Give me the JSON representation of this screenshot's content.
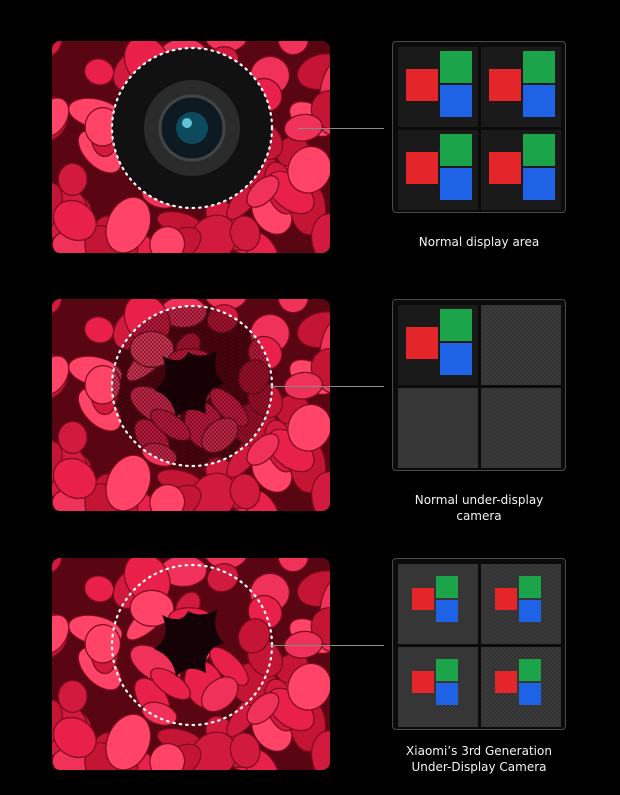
{
  "rows": [
    {
      "caption_lines": [
        "Normal display area"
      ],
      "pixel_layout": "full-pixels",
      "camera_visibility": "visible-lens"
    },
    {
      "caption_lines": [
        "Normal under-display camera"
      ],
      "pixel_layout": "reduced-pixels",
      "camera_visibility": "hidden-mesh"
    },
    {
      "caption_lines": [
        "Xiaomi’s 3rd Generation",
        "Under-Display Camera"
      ],
      "pixel_layout": "full-pixels-on-mesh",
      "camera_visibility": "hidden"
    }
  ],
  "colors": {
    "background": "#000000",
    "subpixel_red": "#e4262b",
    "subpixel_green": "#1ba44a",
    "subpixel_blue": "#1e62e6",
    "flower_red": "#e8204a",
    "connector": "#8a8a8a"
  }
}
